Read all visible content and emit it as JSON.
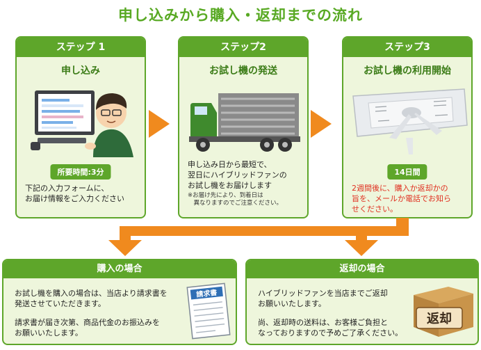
{
  "title": "申し込みから購入・返却までの流れ",
  "steps": [
    {
      "header": "ステップ 1",
      "title": "申し込み",
      "tag": "所要時間:3分",
      "text": "下記の入力フォームに、\nお届け情報をご入力ください"
    },
    {
      "header": "ステップ2",
      "title": "お試し機の発送",
      "text": "申し込み日から最短で、\n翌日にハイブリッドファンの\nお試し機をお届けします",
      "note": "※お届け先により、到着日は\n　異なりますのでご注意ください。"
    },
    {
      "header": "ステップ3",
      "title": "お試し機の利用開始",
      "tag": "14日間",
      "text": "2週間後に、購入か返却かの\n旨を、メールか電話でお知ら\nせください。"
    }
  ],
  "purchase": {
    "header": "購入の場合",
    "text1": "お試し機を購入の場合は、当店より請求書を\n発送させていただきます。",
    "text2": "請求書が届き次第、商品代金のお振込みを\nお願いいたします。",
    "invoice_label": "請求書"
  },
  "return": {
    "header": "返却の場合",
    "text1": "ハイブリッドファンを当店までご返却\nお願いいたします。",
    "text2": "尚、返却時の送料は、お客様ご負担と\nなっておりますので予めご了承ください。",
    "box_label": "返却"
  },
  "colors": {
    "green": "#5ea62a",
    "light_green": "#eef6dc",
    "orange": "#f08a1e",
    "red": "#e03020"
  }
}
